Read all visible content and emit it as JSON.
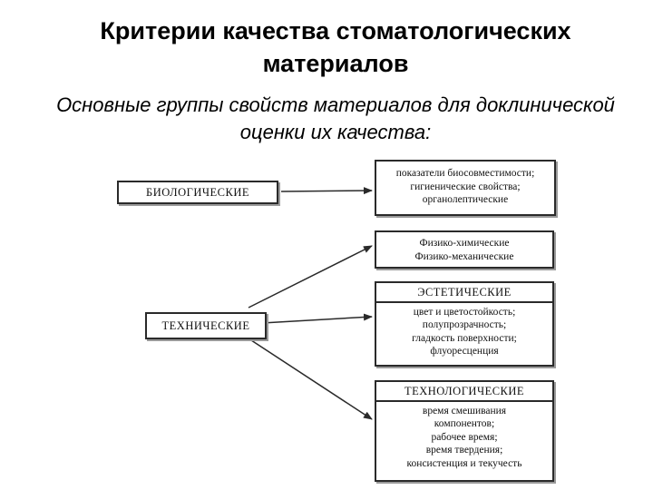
{
  "title": "Критерии качества стоматологических материалов",
  "subtitle": "Основные группы свойств материалов для доклинической оценки их качества:",
  "diagram": {
    "categories": [
      {
        "label": "БИОЛОГИЧЕСКИЕ"
      },
      {
        "label": "ТЕХНИЧЕСКИЕ"
      }
    ],
    "boxes": [
      {
        "lines": [
          "показатели биосовместимости;",
          "гигиенические свойства;",
          "органолептические"
        ]
      },
      {
        "lines": [
          "Физико-химические",
          "Физико-механические"
        ]
      },
      {
        "header": "ЭСТЕТИЧЕСКИЕ",
        "lines": [
          "цвет и цветостойкость;",
          "полупрозрачность;",
          "гладкость поверхности;",
          "флуоресценция"
        ]
      },
      {
        "header": "ТЕХНОЛОГИЧЕСКИЕ",
        "lines": [
          "время смешивания",
          "компонентов;",
          "рабочее время;",
          "время твердения;",
          "консистенция и текучесть"
        ]
      }
    ]
  }
}
